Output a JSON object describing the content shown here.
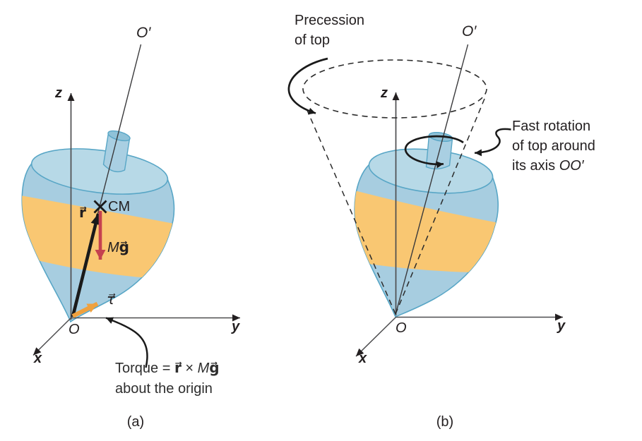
{
  "panel_a": {
    "caption": "(a)",
    "labels": {
      "o_prime": "O′",
      "z": "z",
      "y": "y",
      "x": "x",
      "origin": "O",
      "cm": "CM",
      "r_vec": "r⃗",
      "weight_M": "M",
      "weight_g": "g⃗",
      "tau_vec": "τ⃗"
    },
    "annotation": {
      "prefix": "Torque = ",
      "r": "r⃗",
      "times": " × ",
      "M": "M",
      "g": "g⃗",
      "line2": "about the origin"
    }
  },
  "panel_b": {
    "caption": "(b)",
    "labels": {
      "precession_line1": "Precession",
      "precession_line2": "of top",
      "o_prime": "O′",
      "z": "z",
      "y": "y",
      "x": "x",
      "origin": "O",
      "fast_line1": "Fast rotation",
      "fast_line2": "of top around",
      "fast_line3_prefix": "its axis ",
      "fast_line3_axis": "OO′"
    }
  },
  "colors": {
    "body_blue": "#a7cde0",
    "top_face_blue": "#b7d9e7",
    "stem_top_blue": "#8fc2d8",
    "stripe_orange": "#f9c772",
    "outline_teal": "#58a6c6",
    "weight_arrow_red": "#c5414f",
    "torque_arrow_orange": "#f0a13e",
    "ink_black": "#231f20",
    "axis_gray": "#4d4d4f"
  }
}
